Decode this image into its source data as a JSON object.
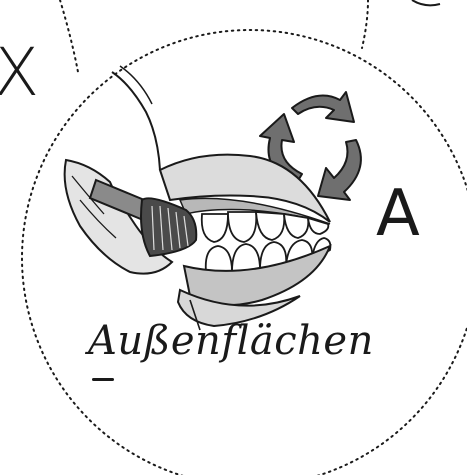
{
  "card": {
    "caption": "Außenflächen",
    "step_letter": "A",
    "edge_mark": "X"
  },
  "illustration": {
    "subject": "toothbrush-on-teeth-icon",
    "motion": "circular-arrows-icon",
    "style": "pencil-sketch-grayscale"
  },
  "colors": {
    "ink": "#1a1a1a",
    "arrow_fill": "#6f6f6f",
    "gum_fill": "#cfcfcf",
    "paper": "#ffffff"
  }
}
